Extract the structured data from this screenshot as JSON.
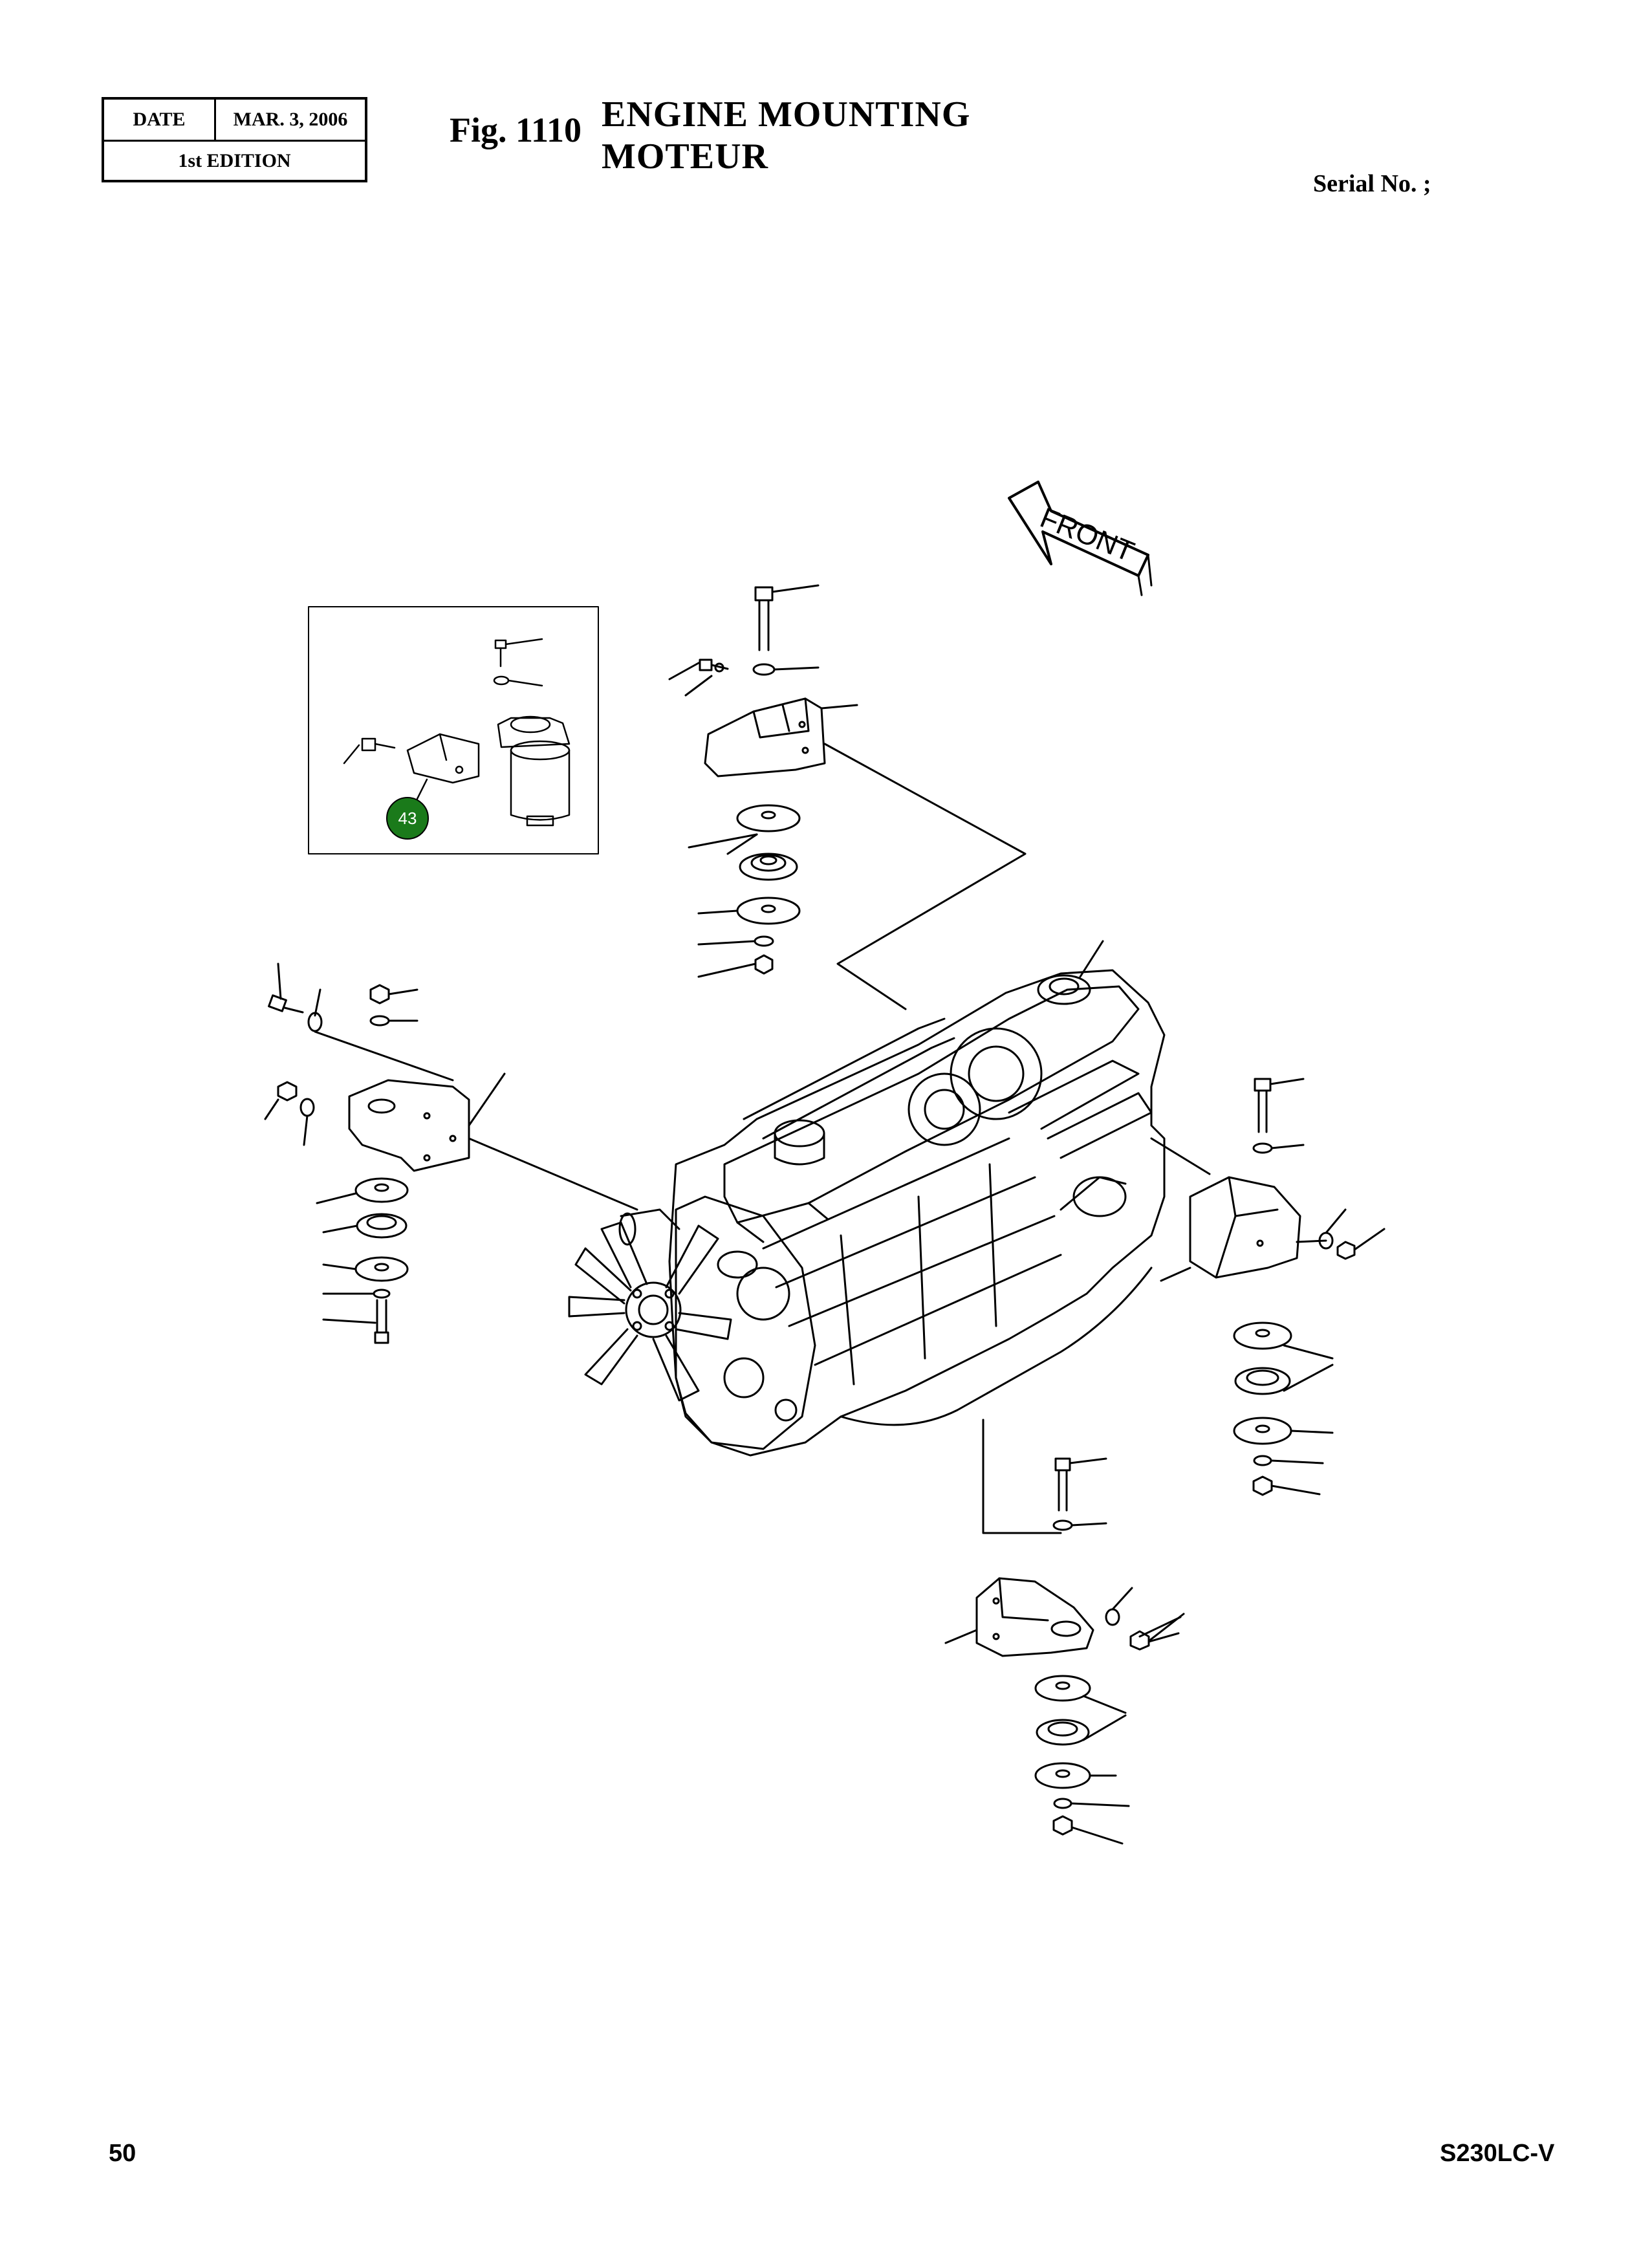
{
  "header": {
    "date_label": "DATE",
    "date_value": "MAR. 3, 2006",
    "edition": "1st EDITION",
    "fig_label": "Fig. 1110",
    "title_en": "ENGINE  MOUNTING",
    "title_fr": "MOTEUR",
    "serial": "Serial No. ;"
  },
  "diagram": {
    "front_label": "FRONT",
    "callout_number": "43",
    "callout_color": "#1a7a1a"
  },
  "footer": {
    "page_number": "50",
    "model": "S230LC-V"
  }
}
